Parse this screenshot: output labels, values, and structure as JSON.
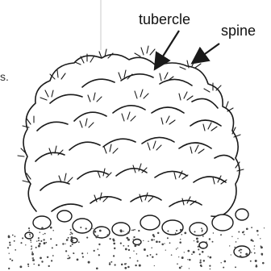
{
  "labels": {
    "tubercle": "tubercle",
    "spine": "spine",
    "left_edge_fragment": "s."
  },
  "colors": {
    "ink": "#1a1a1a",
    "background": "#ffffff"
  }
}
